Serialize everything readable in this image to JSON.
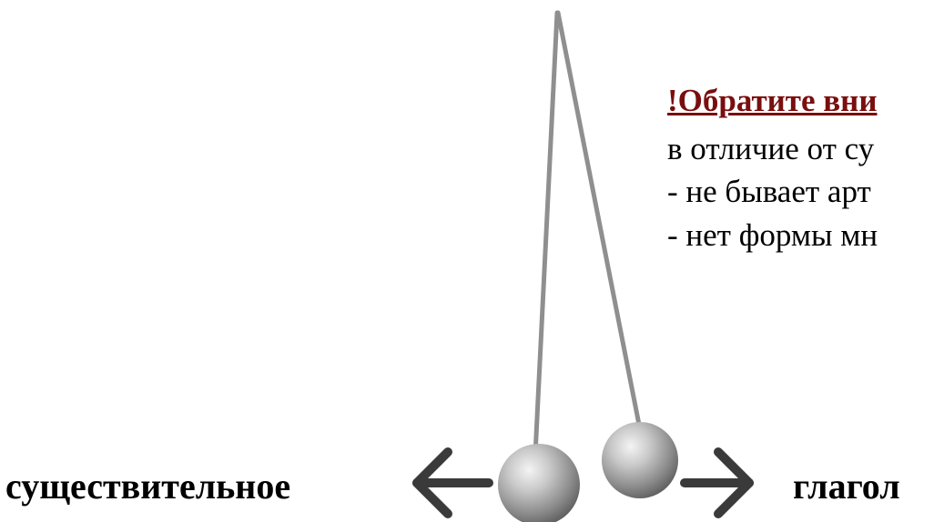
{
  "note": {
    "title": "!Обратите вни",
    "line1": "в отличие от су",
    "line2": "- не бывает арт",
    "line3": "- нет формы мн"
  },
  "labels": {
    "left": "существительное",
    "right": "глагол"
  },
  "icons": {
    "left_arrow": "arrow-left-icon",
    "right_arrow": "arrow-right-icon"
  },
  "colors": {
    "note_title": "#7a0e0e",
    "string": "#8f8f8f",
    "arrow": "#3a3a3a"
  }
}
